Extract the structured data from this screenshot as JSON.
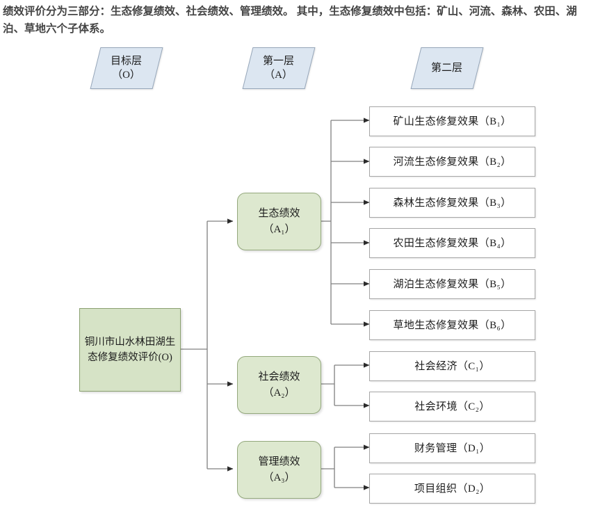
{
  "caption": {
    "text": "绩效评价分为三部分：生态修复绩效、社会绩效、管理绩效。 其中，生态修复绩效中包括：矿山、河流、森林、农田、湖泊、草地六个子体系。"
  },
  "colors": {
    "band_fill": "#dce6f1",
    "band_stroke": "#95a5b8",
    "root_fill": "#d6e3c6",
    "root_stroke": "#8aa070",
    "level_a_fill": "#dde8cf",
    "level_a_stroke": "#93a87c",
    "leaf_fill": "#ffffff",
    "leaf_stroke": "#a6a6a6",
    "connector": "#808080",
    "caption_text": "#444444",
    "body_text": "#1c1c1c"
  },
  "bands": [
    {
      "id": "band-goal",
      "label": "目标层\n（O）"
    },
    {
      "id": "band-first",
      "label": "第一层\n（A）"
    },
    {
      "id": "band-second",
      "label": "第二层"
    }
  ],
  "root": {
    "id": "node-root",
    "code": "O",
    "label": "铜川市山水林田湖生态修复绩效评价(O)"
  },
  "level_a": [
    {
      "id": "node-a1",
      "code": "A1",
      "label": "生态绩效\n（A₁）",
      "name": "生态绩效"
    },
    {
      "id": "node-a2",
      "code": "A2",
      "label": "社会绩效\n（A₂）",
      "name": "社会绩效"
    },
    {
      "id": "node-a3",
      "code": "A3",
      "label": "管理绩效\n（A₃）",
      "name": "管理绩效"
    }
  ],
  "level_b": {
    "parent": "A1",
    "items": [
      {
        "id": "node-b1",
        "code": "B1",
        "label": "矿山生态修复效果（B₁）"
      },
      {
        "id": "node-b2",
        "code": "B2",
        "label": "河流生态修复效果（B₂）"
      },
      {
        "id": "node-b3",
        "code": "B3",
        "label": "森林生态修复效果（B₃）"
      },
      {
        "id": "node-b4",
        "code": "B4",
        "label": "农田生态修复效果（B₄）"
      },
      {
        "id": "node-b5",
        "code": "B5",
        "label": "湖泊生态修复效果（B₅）"
      },
      {
        "id": "node-b6",
        "code": "B6",
        "label": "草地生态修复效果（B₆）"
      }
    ]
  },
  "level_c": {
    "parent": "A2",
    "items": [
      {
        "id": "node-c1",
        "code": "C1",
        "label": "社会经济（C₁）"
      },
      {
        "id": "node-c2",
        "code": "C2",
        "label": "社会环境（C₂）"
      }
    ]
  },
  "level_d": {
    "parent": "A3",
    "items": [
      {
        "id": "node-d1",
        "code": "D1",
        "label": "财务管理（D₁）"
      },
      {
        "id": "node-d2",
        "code": "D2",
        "label": "项目组织（D₂）"
      }
    ]
  }
}
